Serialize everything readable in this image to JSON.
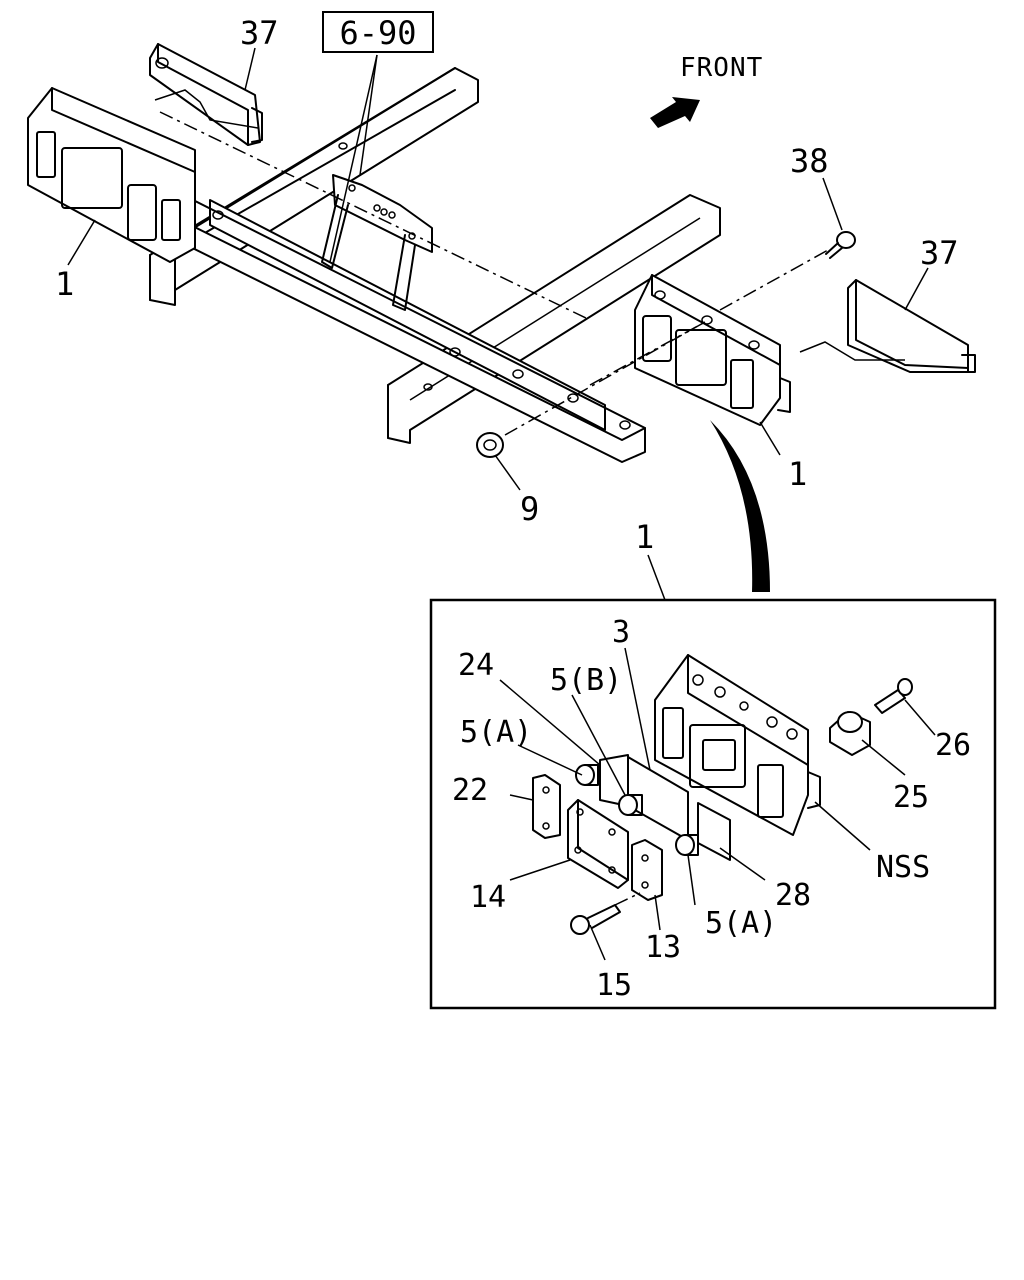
{
  "diagram": {
    "reference_box": "6-90",
    "direction_label": "FRONT",
    "callouts": {
      "bracket_top_left": "37",
      "bracket_right": "37",
      "bolt_38": "38",
      "ecu_left": "1",
      "ecu_right": "1",
      "nut_9": "9",
      "detail_ref": "1",
      "cover_3": "3",
      "grommet_24": "24",
      "plug_5b": "5(B)",
      "plug_5a_upper": "5(A)",
      "plate_22": "22",
      "cover_14": "14",
      "screw_15": "15",
      "plate_13": "13",
      "plug_5a_lower": "5(A)",
      "sheet_28": "28",
      "nss": "NSS",
      "bracket_25": "25",
      "bolt_26": "26"
    }
  }
}
